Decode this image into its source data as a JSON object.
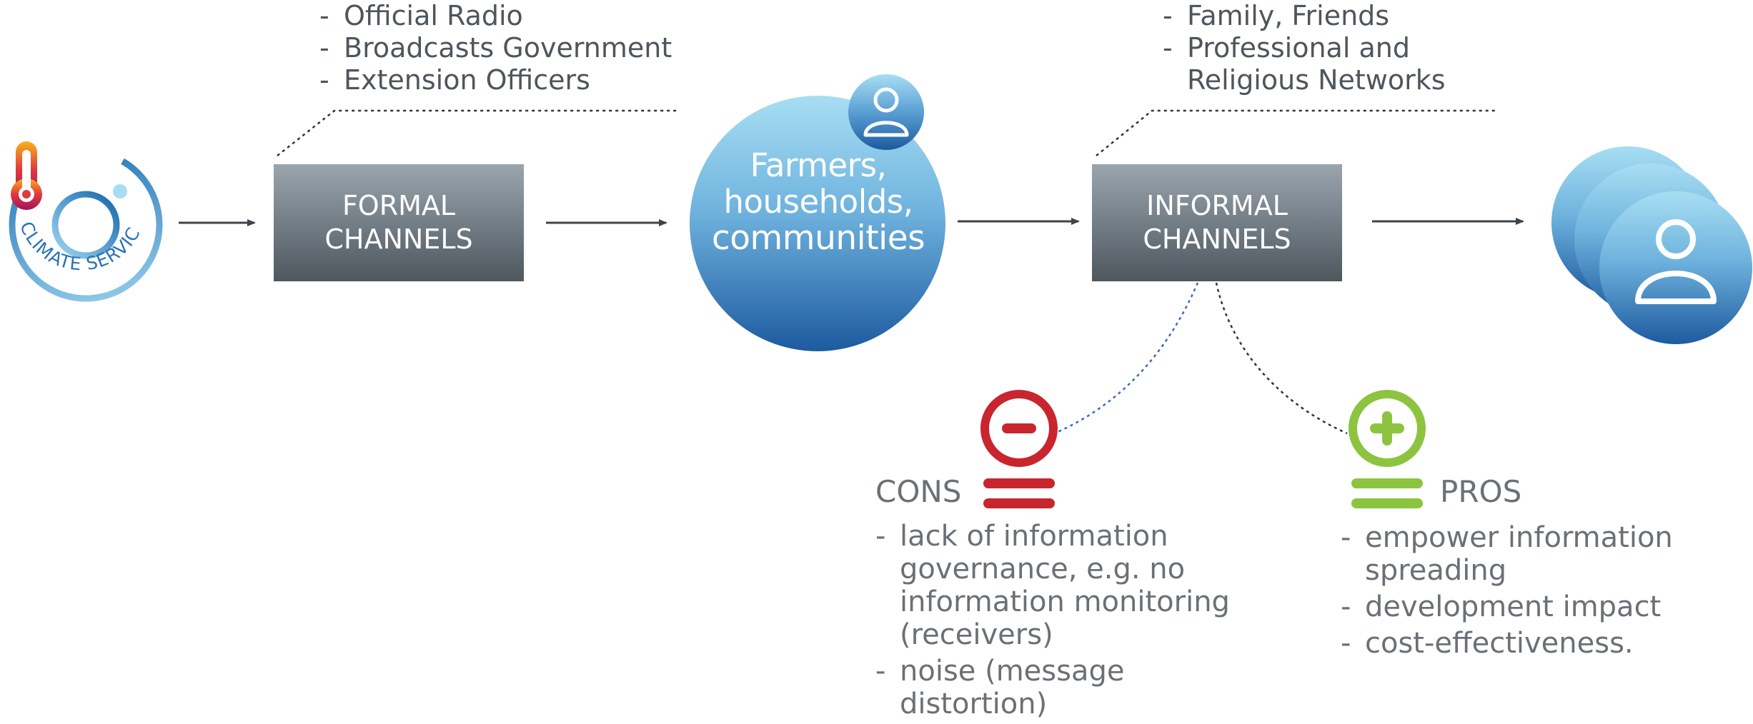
{
  "formal_sources": [
    "Official Radio",
    "Broadcasts Government",
    "Extension Officers"
  ],
  "informal_sources": [
    "Family, Friends",
    "Professional and\nReligious Networks"
  ],
  "logo": {
    "text": "CLIMATE SERVICES",
    "icon": "thermometer-icon"
  },
  "formal_channels": {
    "line1": "FORMAL",
    "line2": "CHANNELS"
  },
  "informal_channels": {
    "line1": "INFORMAL",
    "line2": "CHANNELS"
  },
  "farmers": {
    "line1": "Farmers,",
    "line2": "households,",
    "line3": "communities"
  },
  "cons": {
    "title": "CONS",
    "items": [
      "lack of information\ngovernance, e.g. no\ninformation monitoring\n(receivers)",
      "noise (message\ndistortion)"
    ],
    "icon": "minus-circle-icon"
  },
  "pros": {
    "title": "PROS",
    "items": [
      "empower information\nspreading",
      "development impact",
      "cost-effectiveness."
    ],
    "icon": "plus-circle-icon"
  },
  "colors": {
    "cons_red": "#c8252e",
    "pros_green": "#8cc43f",
    "blue_dark": "#1d5aa0",
    "blue_light": "#a8def3",
    "box_top": "#9aa5ae",
    "box_bottom": "#4e575e"
  }
}
